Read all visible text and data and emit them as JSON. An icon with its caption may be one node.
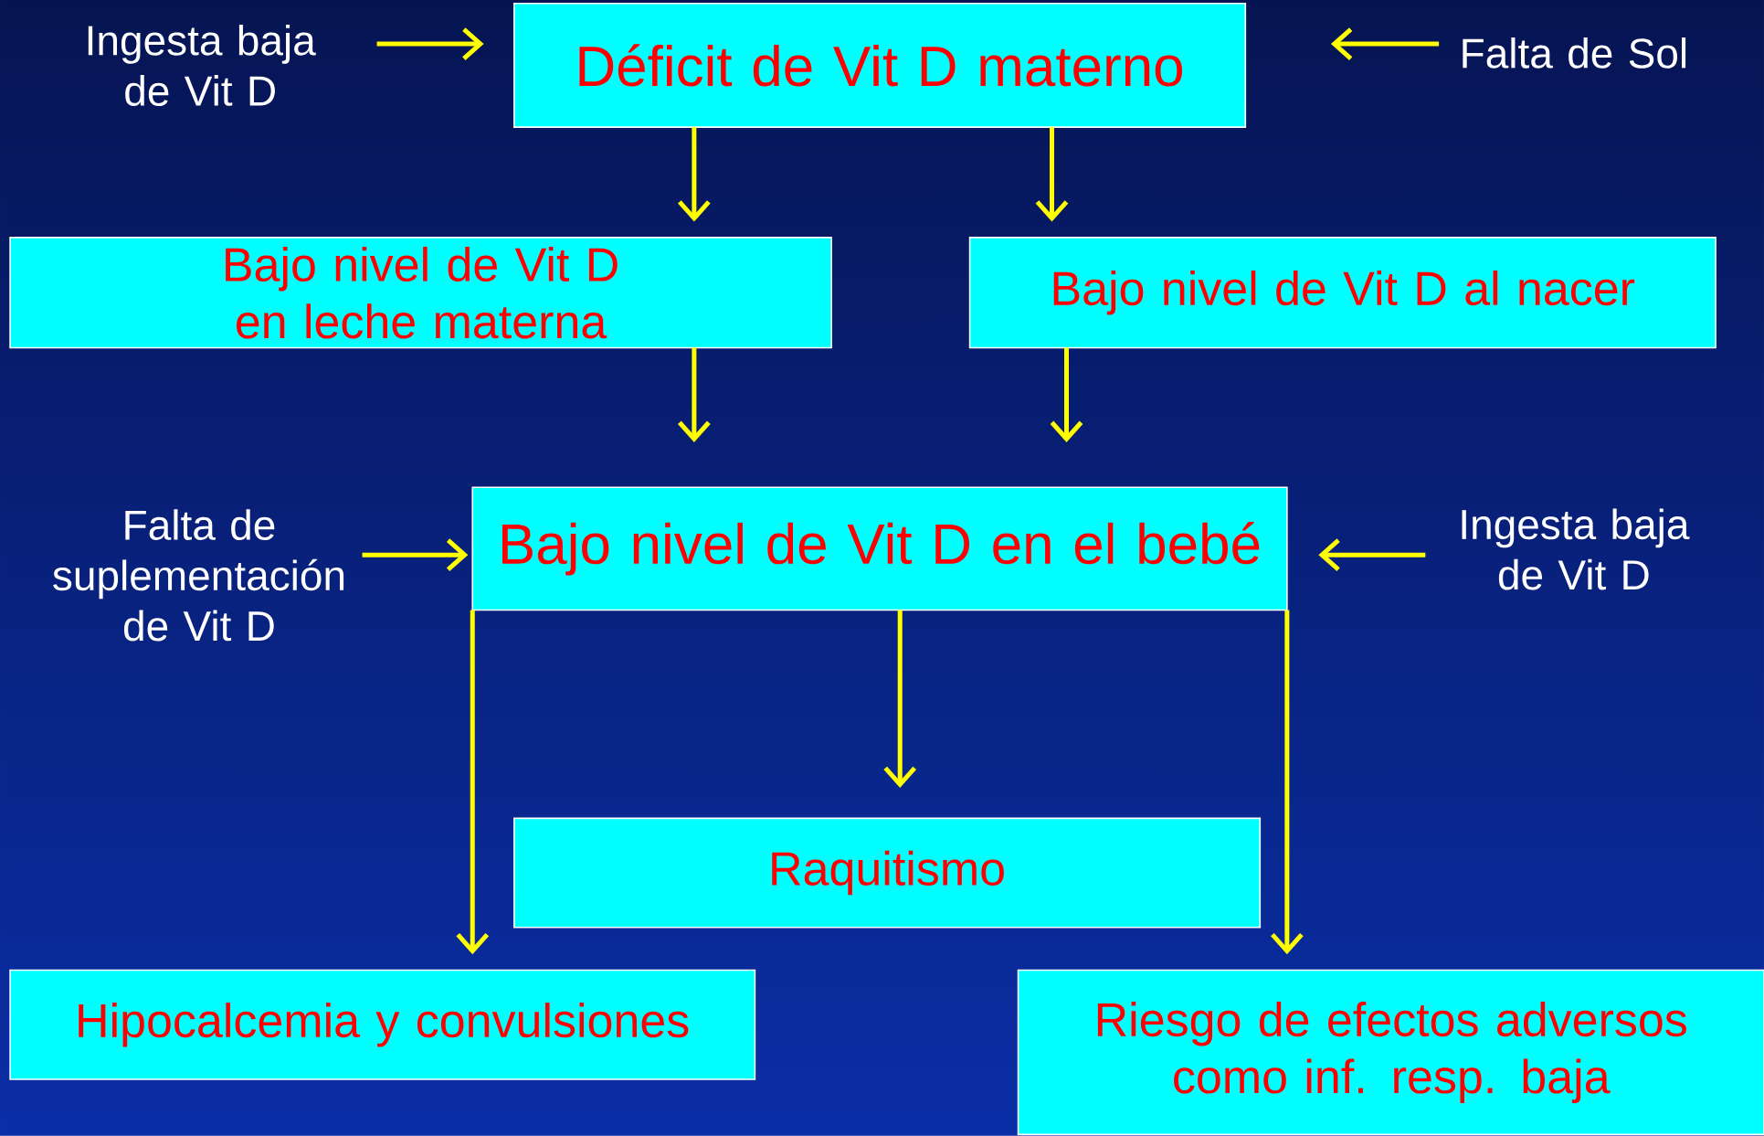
{
  "diagram": {
    "nodes": [
      {
        "text": [
          "Ingesta baja de Vit D"
        ]
      },
      {
        "text": [
          "Déficit de Vit D materno"
        ]
      },
      {
        "text": [
          "Falta de Sol"
        ]
      },
      {
        "text": [
          "Bajo nivel de Vit D en leche materna"
        ]
      },
      {
        "text": [
          "Bajo nivel de Vit D al nacer"
        ]
      },
      {
        "text": [
          "Falta de suplementación de Vit D"
        ]
      },
      {
        "text": [
          "Bajo nivel de Vit D en el bebé"
        ]
      },
      {
        "text": [
          "Ingesta baja de Vit D"
        ]
      },
      {
        "text": [
          "Raquitismo"
        ]
      },
      {
        "text": [
          "Hipocalcemia y convulsiones"
        ]
      },
      {
        "text": [
          "Riesgo de efectos adversos como inf. resp. baja"
        ]
      }
    ],
    "edges": [
      {
        "from": 0,
        "to": 1,
        "arrow": "to"
      },
      {
        "from": 2,
        "to": 1,
        "arrow": "to"
      },
      {
        "from": 1,
        "to": 3,
        "arrow": "to"
      },
      {
        "from": 1,
        "to": 4,
        "arrow": "to"
      },
      {
        "from": 3,
        "to": 6,
        "arrow": "to"
      },
      {
        "from": 4,
        "to": 6,
        "arrow": "to"
      },
      {
        "from": 5,
        "to": 6,
        "arrow": "to"
      },
      {
        "from": 7,
        "to": 6,
        "arrow": "to"
      },
      {
        "from": 6,
        "to": 8,
        "arrow": "to"
      },
      {
        "from": 6,
        "to": 9,
        "arrow": "to"
      },
      {
        "from": 6,
        "to": 10,
        "arrow": "to"
      }
    ]
  }
}
